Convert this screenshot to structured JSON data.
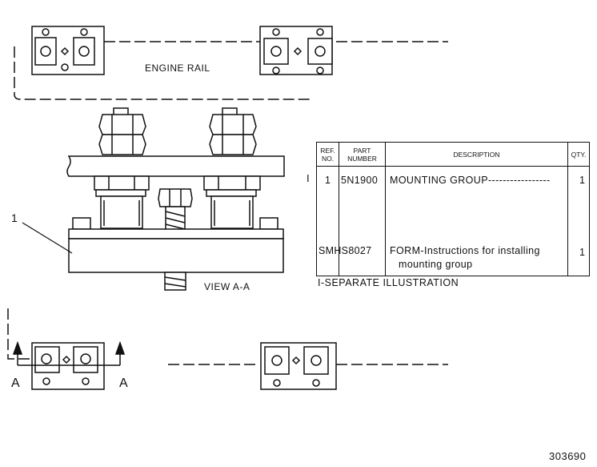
{
  "labels": {
    "engine_rail": "ENGINE RAIL",
    "callout_1": "1",
    "view_label": "VIEW A-A",
    "section_a_left": "A",
    "section_a_right": "A",
    "drawing_number": "303690"
  },
  "parts_table": {
    "headers": {
      "ref_no": "REF. NO.",
      "part_number": "PART NUMBER",
      "description": "DESCRIPTION",
      "qty": "QTY."
    },
    "rows": [
      {
        "illus": "I",
        "ref": "1",
        "part": "5N1900",
        "desc": "MOUNTING GROUP",
        "desc2": "",
        "qty": "1"
      },
      {
        "illus": "",
        "ref": "",
        "part": "SMHS8027",
        "desc": "FORM-Instructions for installing",
        "desc2": "mounting group",
        "qty": "1"
      }
    ],
    "footnote": "I-SEPARATE ILLUSTRATION"
  }
}
